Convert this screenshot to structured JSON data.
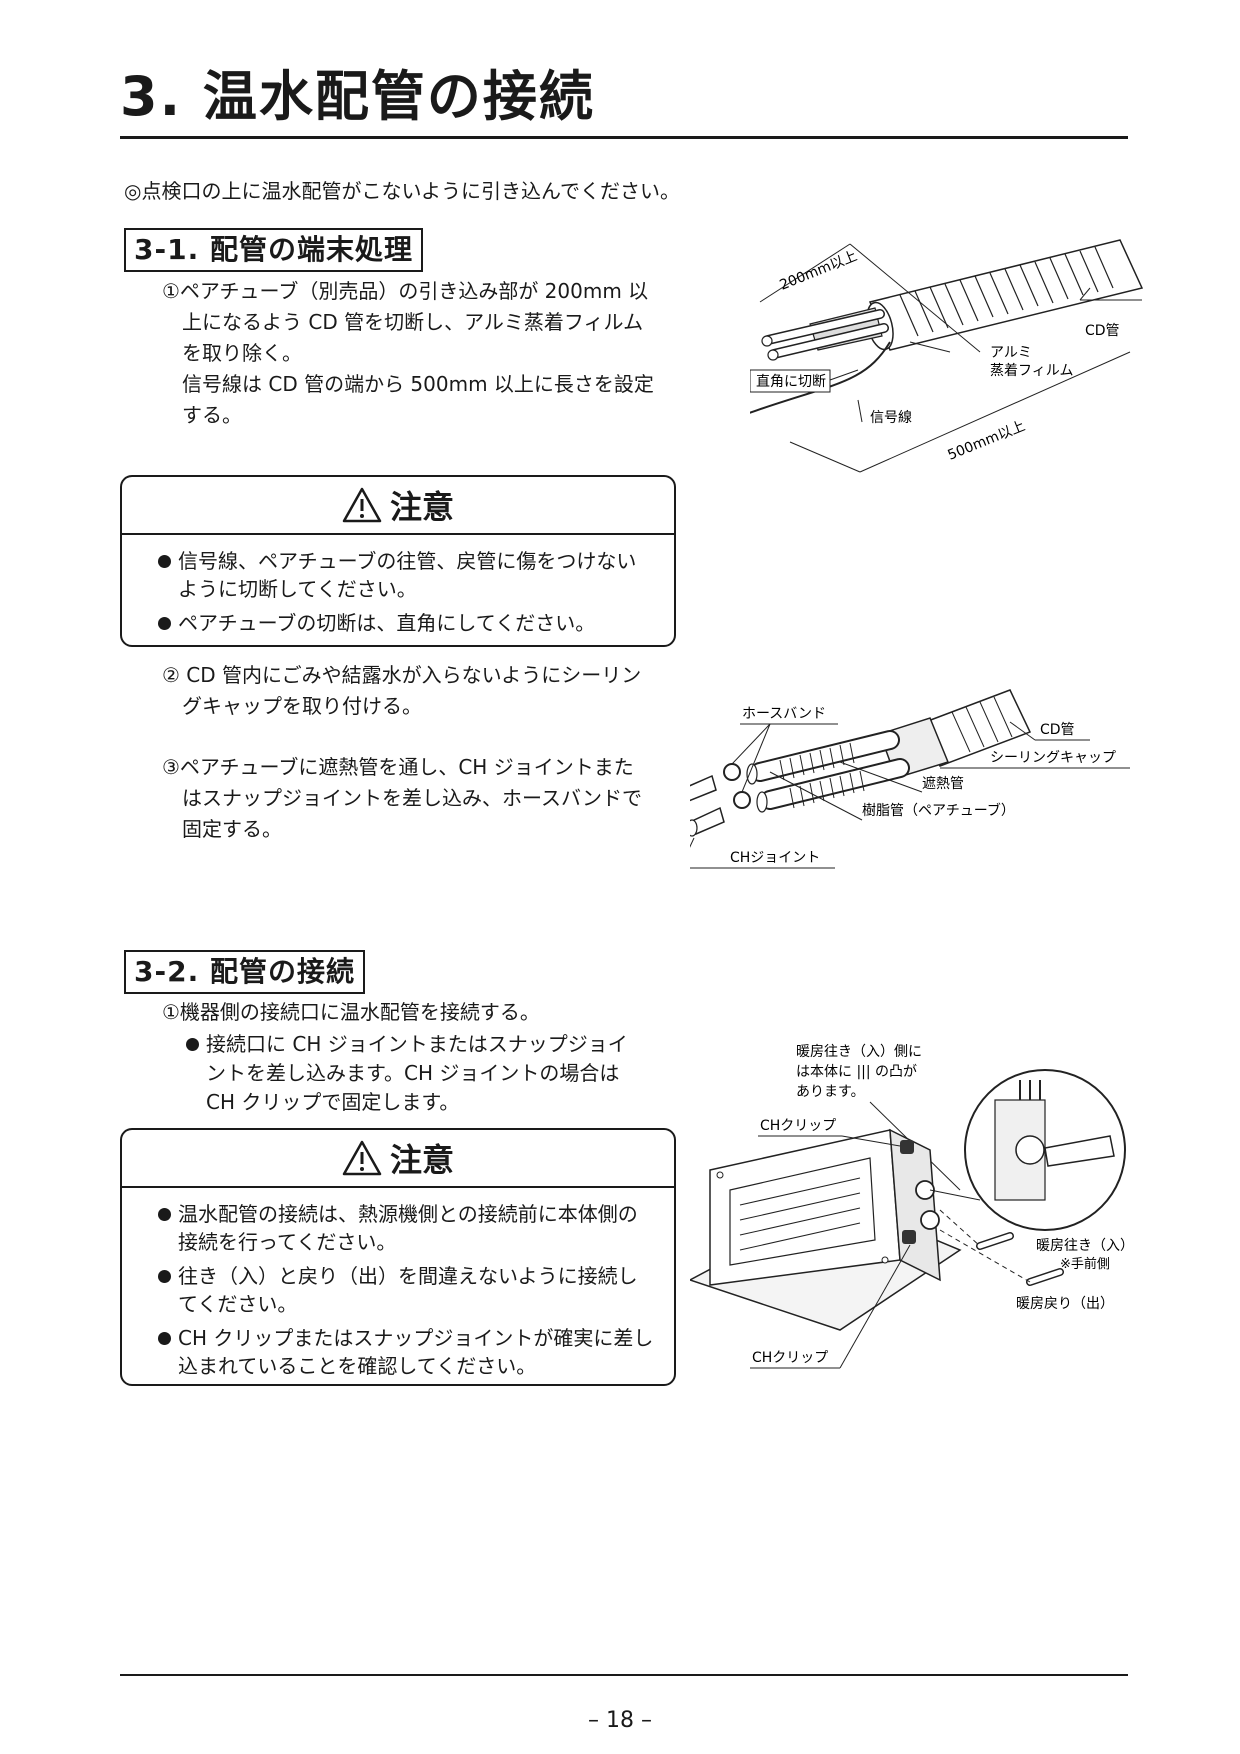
{
  "page": {
    "title": "3.  温水配管の接続",
    "intro": "◎点検口の上に温水配管がこないように引き込んでください。",
    "page_number": "– 18 –"
  },
  "section1": {
    "heading": "3-1.  配管の端末処理",
    "step1_line1": "①ペアチューブ（別売品）の引き込み部が 200mm 以",
    "step1_line2": "上になるよう CD 管を切断し、アルミ蒸着フィルム",
    "step1_line3": "を取り除く。",
    "step1_line4": "信号線は CD 管の端から 500mm 以上に長さを設定",
    "step1_line5": "する。",
    "caution_title": "注意",
    "caution_items": [
      "信号線、ペアチューブの往管、戻管に傷をつけないように切断してください。",
      "ペアチューブの切断は、直角にしてください。"
    ],
    "step2_line1": "② CD 管内にごみや結露水が入らないようにシーリン",
    "step2_line2": "グキャップを取り付ける。",
    "step3_line1": "③ペアチューブに遮熱管を通し、CH ジョイントまた",
    "step3_line2": "はスナップジョイントを差し込み、ホースバンドで",
    "step3_line3": "固定する。",
    "fig1": {
      "dim_200": "200mm以上",
      "cd_pipe": "CD管",
      "alumi1": "アルミ",
      "alumi2": "蒸着フィルム",
      "right_angle": "直角に切断",
      "signal": "信号線",
      "dim_500": "500mm以上"
    },
    "fig2": {
      "hose_band": "ホースバンド",
      "cd_pipe": "CD管",
      "sealing_cap": "シーリングキャップ",
      "heat_shield": "遮熱管",
      "resin_pipe": "樹脂管（ペアチューブ）",
      "ch_joint": "CHジョイント"
    }
  },
  "section2": {
    "heading": "3-2.  配管の接続",
    "step1": "①機器側の接続口に温水配管を接続する。",
    "bullet_line1": "接続口に CH ジョイントまたはスナップジョイ",
    "bullet_line2": "ントを差し込みます。CH ジョイントの場合は",
    "bullet_line3": "CH クリップで固定します。",
    "caution_title": "注意",
    "caution_items": [
      "温水配管の接続は、熱源機側との接続前に本体側の接続を行ってください。",
      "往き（入）と戻り（出）を間違えないように接続してください。",
      "CH クリップまたはスナップジョイントが確実に差し込まれていることを確認してください。"
    ],
    "fig3": {
      "note1": "暖房往き（入）側に",
      "note2": "は本体に ||| の凸が",
      "note3": "あります。",
      "ch_clip_top": "CHクリップ",
      "supply1": "暖房往き（入）",
      "supply2": "※手前側",
      "return": "暖房戻り（出）",
      "ch_clip_bottom": "CHクリップ"
    }
  }
}
